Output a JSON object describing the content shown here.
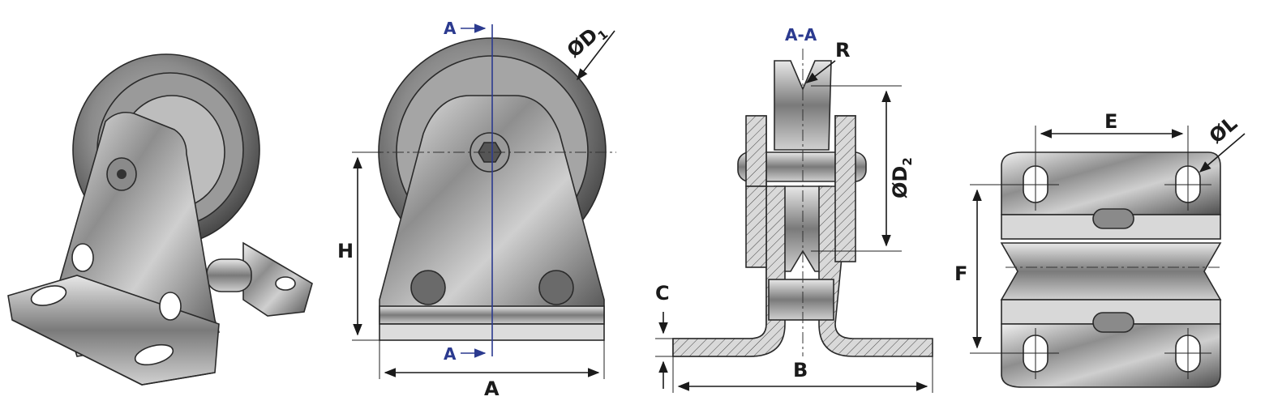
{
  "labels": {
    "section_marker_top": "A",
    "section_marker_bottom": "A",
    "section_title": "A-A",
    "dim_a": "A",
    "dim_b": "B",
    "dim_c": "C",
    "dim_h": "H",
    "dim_e": "E",
    "dim_f": "F",
    "dim_r": "R",
    "dim_d1_prefix": "ØD",
    "dim_d1_sub": "1",
    "dim_d2_prefix": "ØD",
    "dim_d2_sub": "2",
    "dim_l": "ØL"
  },
  "colors": {
    "section_marker": "#2b3a8f",
    "metal_dark": "#5a5a5a",
    "metal_light": "#d8d8d8",
    "dimension": "#1a1a1a"
  }
}
